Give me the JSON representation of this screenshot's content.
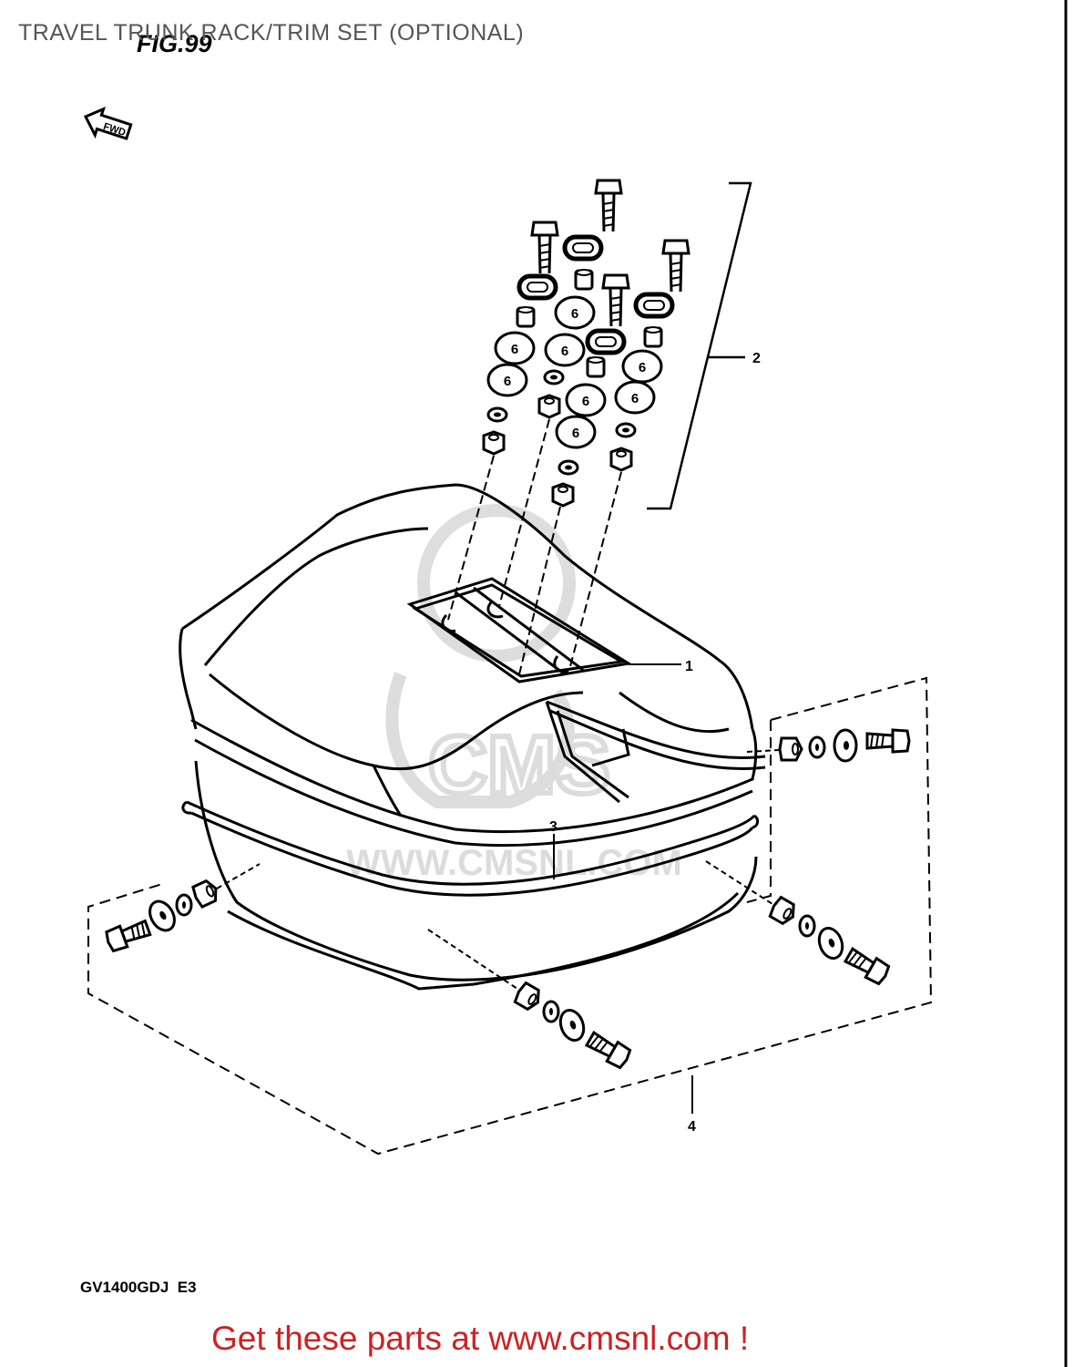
{
  "header": {
    "title": "TRAVEL TRUNK RACK/TRIM SET (OPTIONAL)"
  },
  "figure": {
    "fig_label": "FIG.99",
    "fwd_label": "FWD",
    "model_code": "GV1400GDJ  E3",
    "watermark_text": "WWW.CMSNL.COM",
    "washer_mark": "6",
    "callouts": {
      "c1": "1",
      "c2": "2",
      "c3": "3",
      "c4": "4"
    }
  },
  "footer": {
    "cta": "Get these parts at www.cmsnl.com !"
  },
  "colors": {
    "line": "#000000",
    "footer_text": "#cc2222",
    "title_text": "#555555",
    "watermark": "#d6d6d6"
  }
}
